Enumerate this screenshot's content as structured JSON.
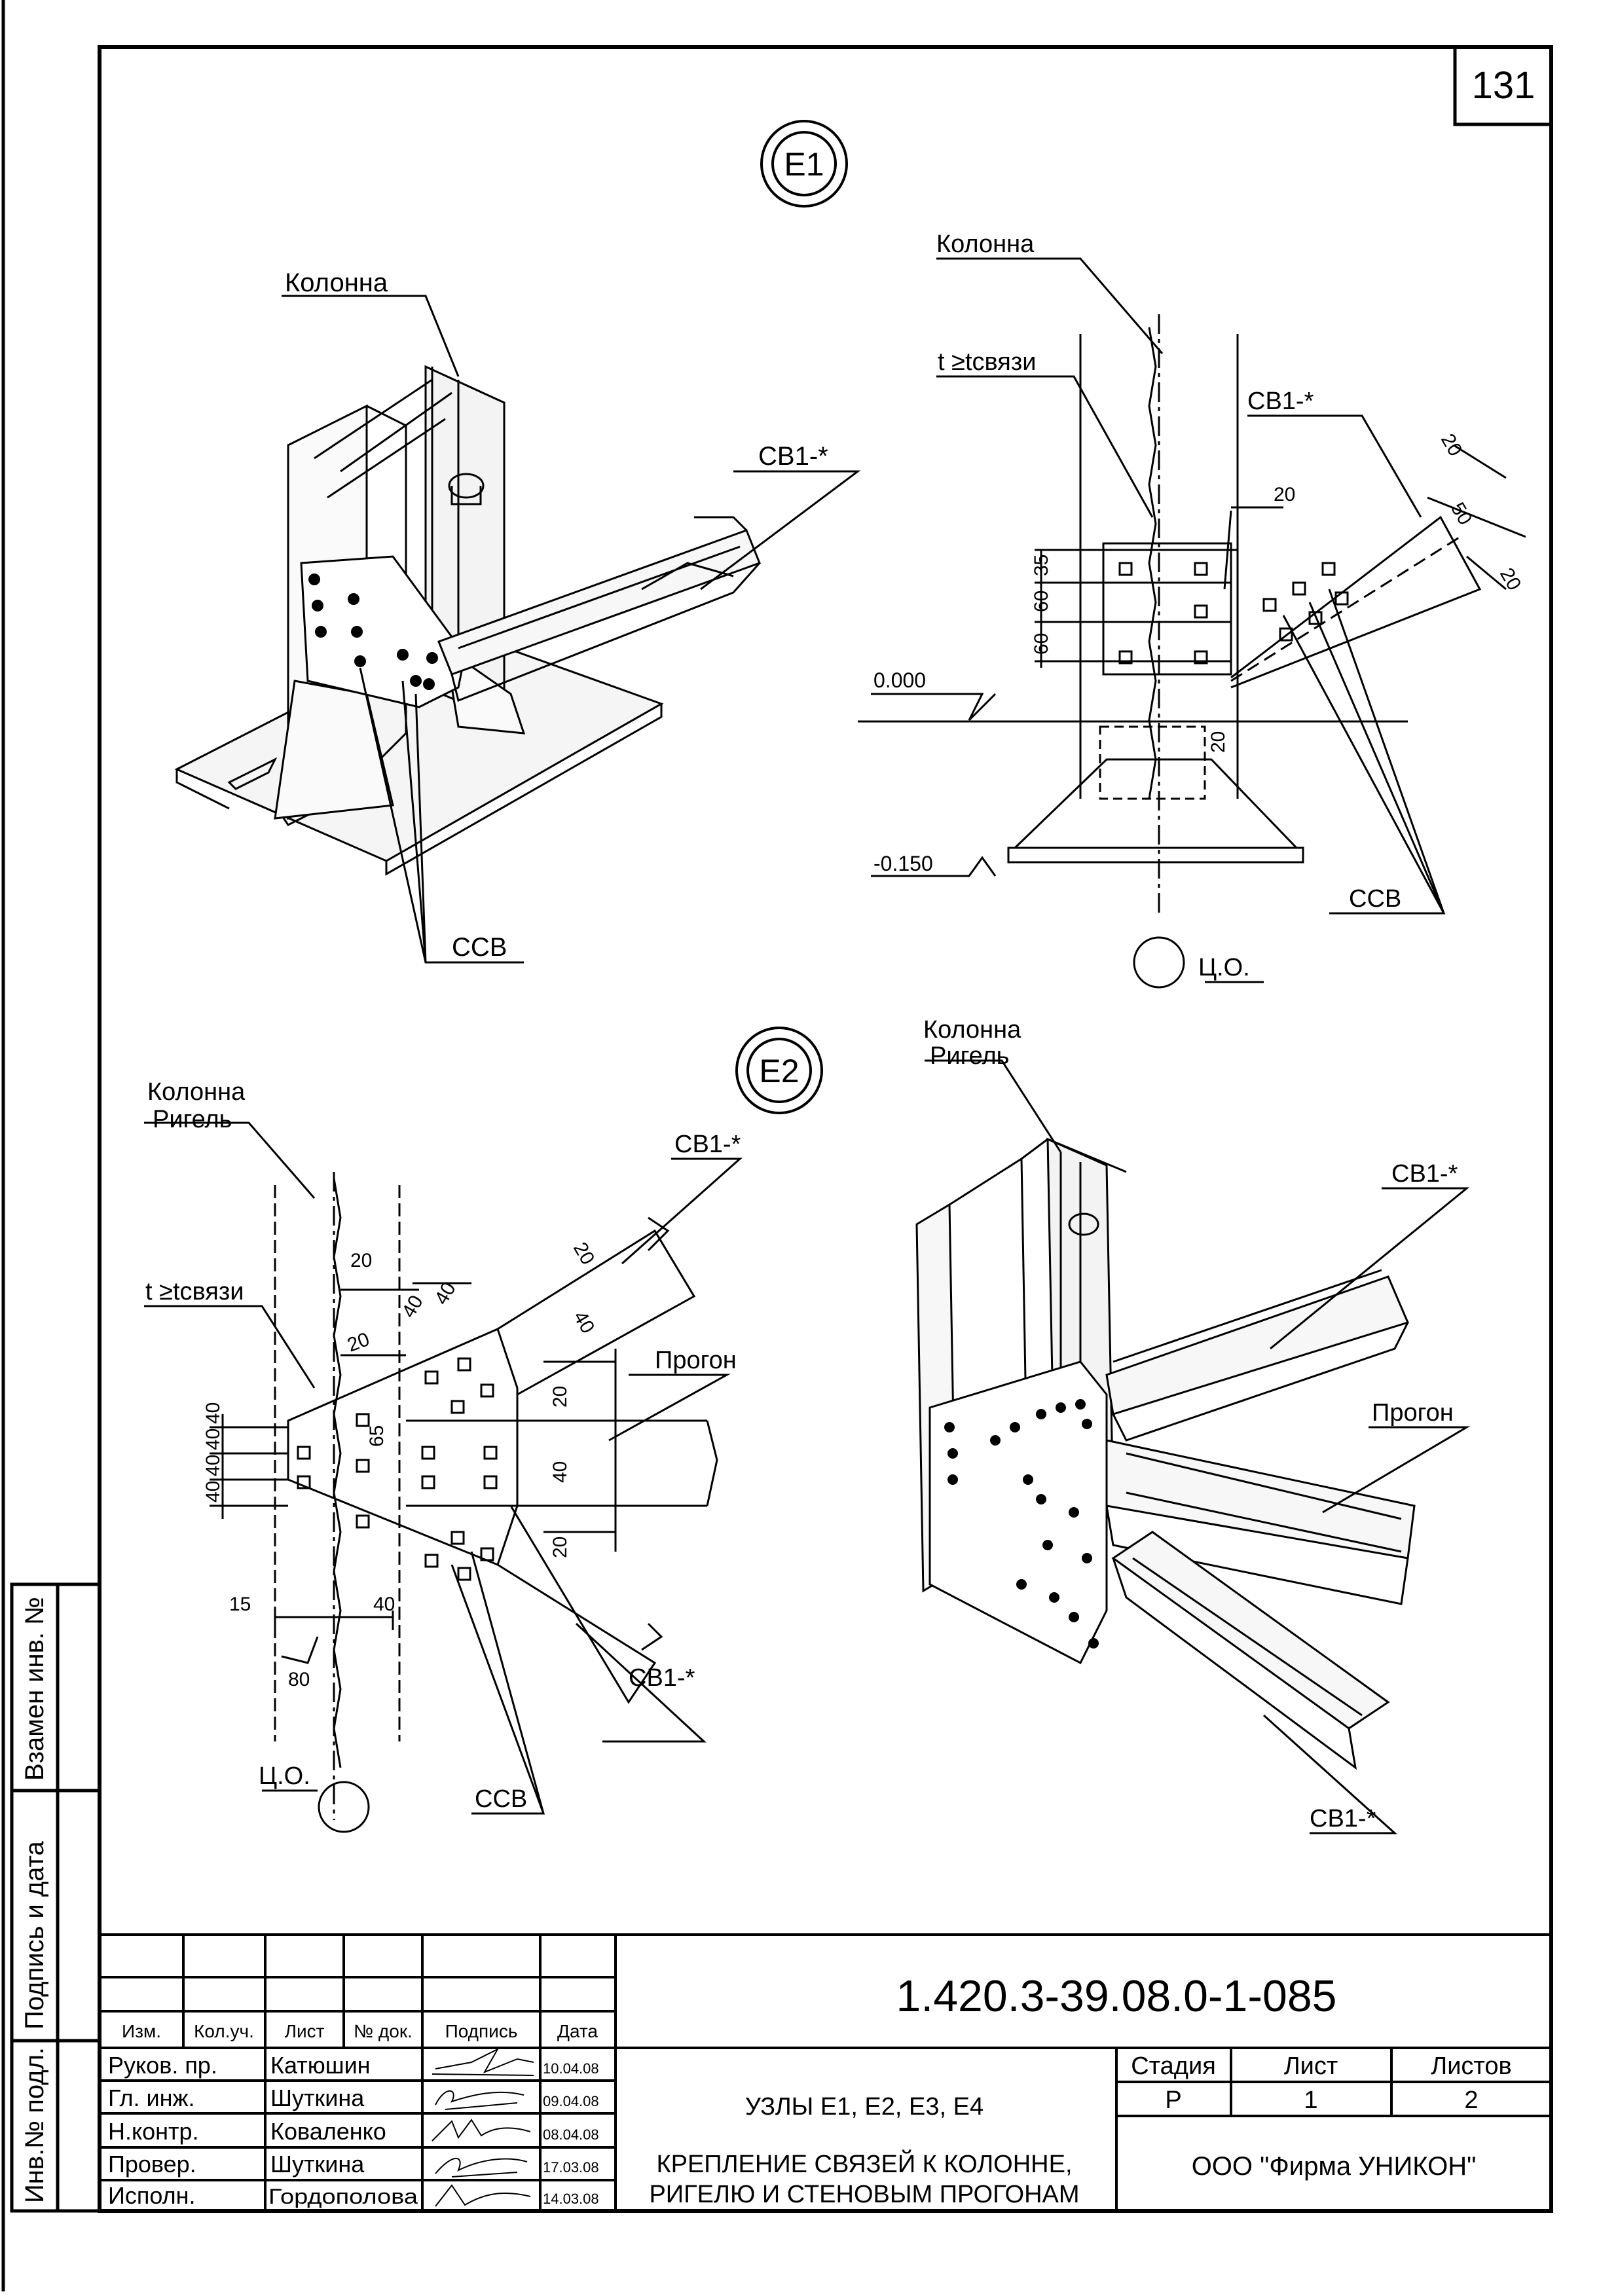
{
  "sheet_number": "131",
  "views": {
    "e1": {
      "marker": "E1",
      "iso": {
        "label_column": "Колонна",
        "label_brace": "СВ1-*",
        "label_bolts": "ССВ"
      },
      "elev": {
        "label_column": "Колонна",
        "label_thickness": "t ≥tсвязи",
        "label_brace": "СВ1-*",
        "label_bolts": "ССВ",
        "label_axis": "Ц.О.",
        "level_top": "0.000",
        "level_bottom": "-0.150",
        "dims": [
          "35",
          "60",
          "60",
          "20",
          "20",
          "20",
          "50",
          "20"
        ]
      }
    },
    "e2": {
      "marker": "E2",
      "elev": {
        "label_column": "Колонна",
        "label_beam": "Ригель",
        "label_thickness": "t ≥tсвязи",
        "label_brace_top": "СВ1-*",
        "label_brace_bottom": "СВ1-*",
        "label_purlin": "Прогон",
        "label_bolts": "ССВ",
        "label_axis": "Ц.О.",
        "dims": [
          "20",
          "40",
          "40",
          "20",
          "20",
          "40",
          "20",
          "65",
          "40",
          "40",
          "40",
          "40",
          "40",
          "20",
          "15",
          "40",
          "80"
        ]
      },
      "iso": {
        "label_column": "Колонна",
        "label_beam": "Ригель",
        "label_brace_top": "СВ1-*",
        "label_purlin": "Прогон",
        "label_brace_bottom": "СВ1-*"
      }
    }
  },
  "side_stamp": {
    "replaced_inv": "Взамен инв. №",
    "sign_date": "Подпись и дата",
    "inv_no": "Инв.№ подл."
  },
  "title_block": {
    "doc_code": "1.420.3-39.08.0-1-085",
    "headers": [
      "Изм.",
      "Кол.уч.",
      "Лист",
      "№ док.",
      "Подпись",
      "Дата"
    ],
    "signers": [
      {
        "role": "Руков. пр.",
        "name": "Катюшин",
        "date": "10.04.08"
      },
      {
        "role": "Гл. инж.",
        "name": "Шуткина",
        "date": "09.04.08"
      },
      {
        "role": "Н.контр.",
        "name": "Коваленко",
        "date": "08.04.08"
      },
      {
        "role": "Провер.",
        "name": "Шуткина",
        "date": "17.03.08"
      },
      {
        "role": "Исполн.",
        "name": "Гордополова",
        "date": "14.03.08"
      }
    ],
    "title_line1": "УЗЛЫ Е1, Е2, Е3, Е4",
    "title_line2a": "КРЕПЛЕНИЕ СВЯЗЕЙ К КОЛОННЕ,",
    "title_line2b": "РИГЕЛЮ И СТЕНОВЫМ ПРОГОНАМ",
    "stage_label": "Стадия",
    "sheet_label": "Лист",
    "sheets_label": "Листов",
    "stage": "Р",
    "sheet": "1",
    "sheets": "2",
    "company": "ООО \"Фирма УНИКОН\""
  }
}
